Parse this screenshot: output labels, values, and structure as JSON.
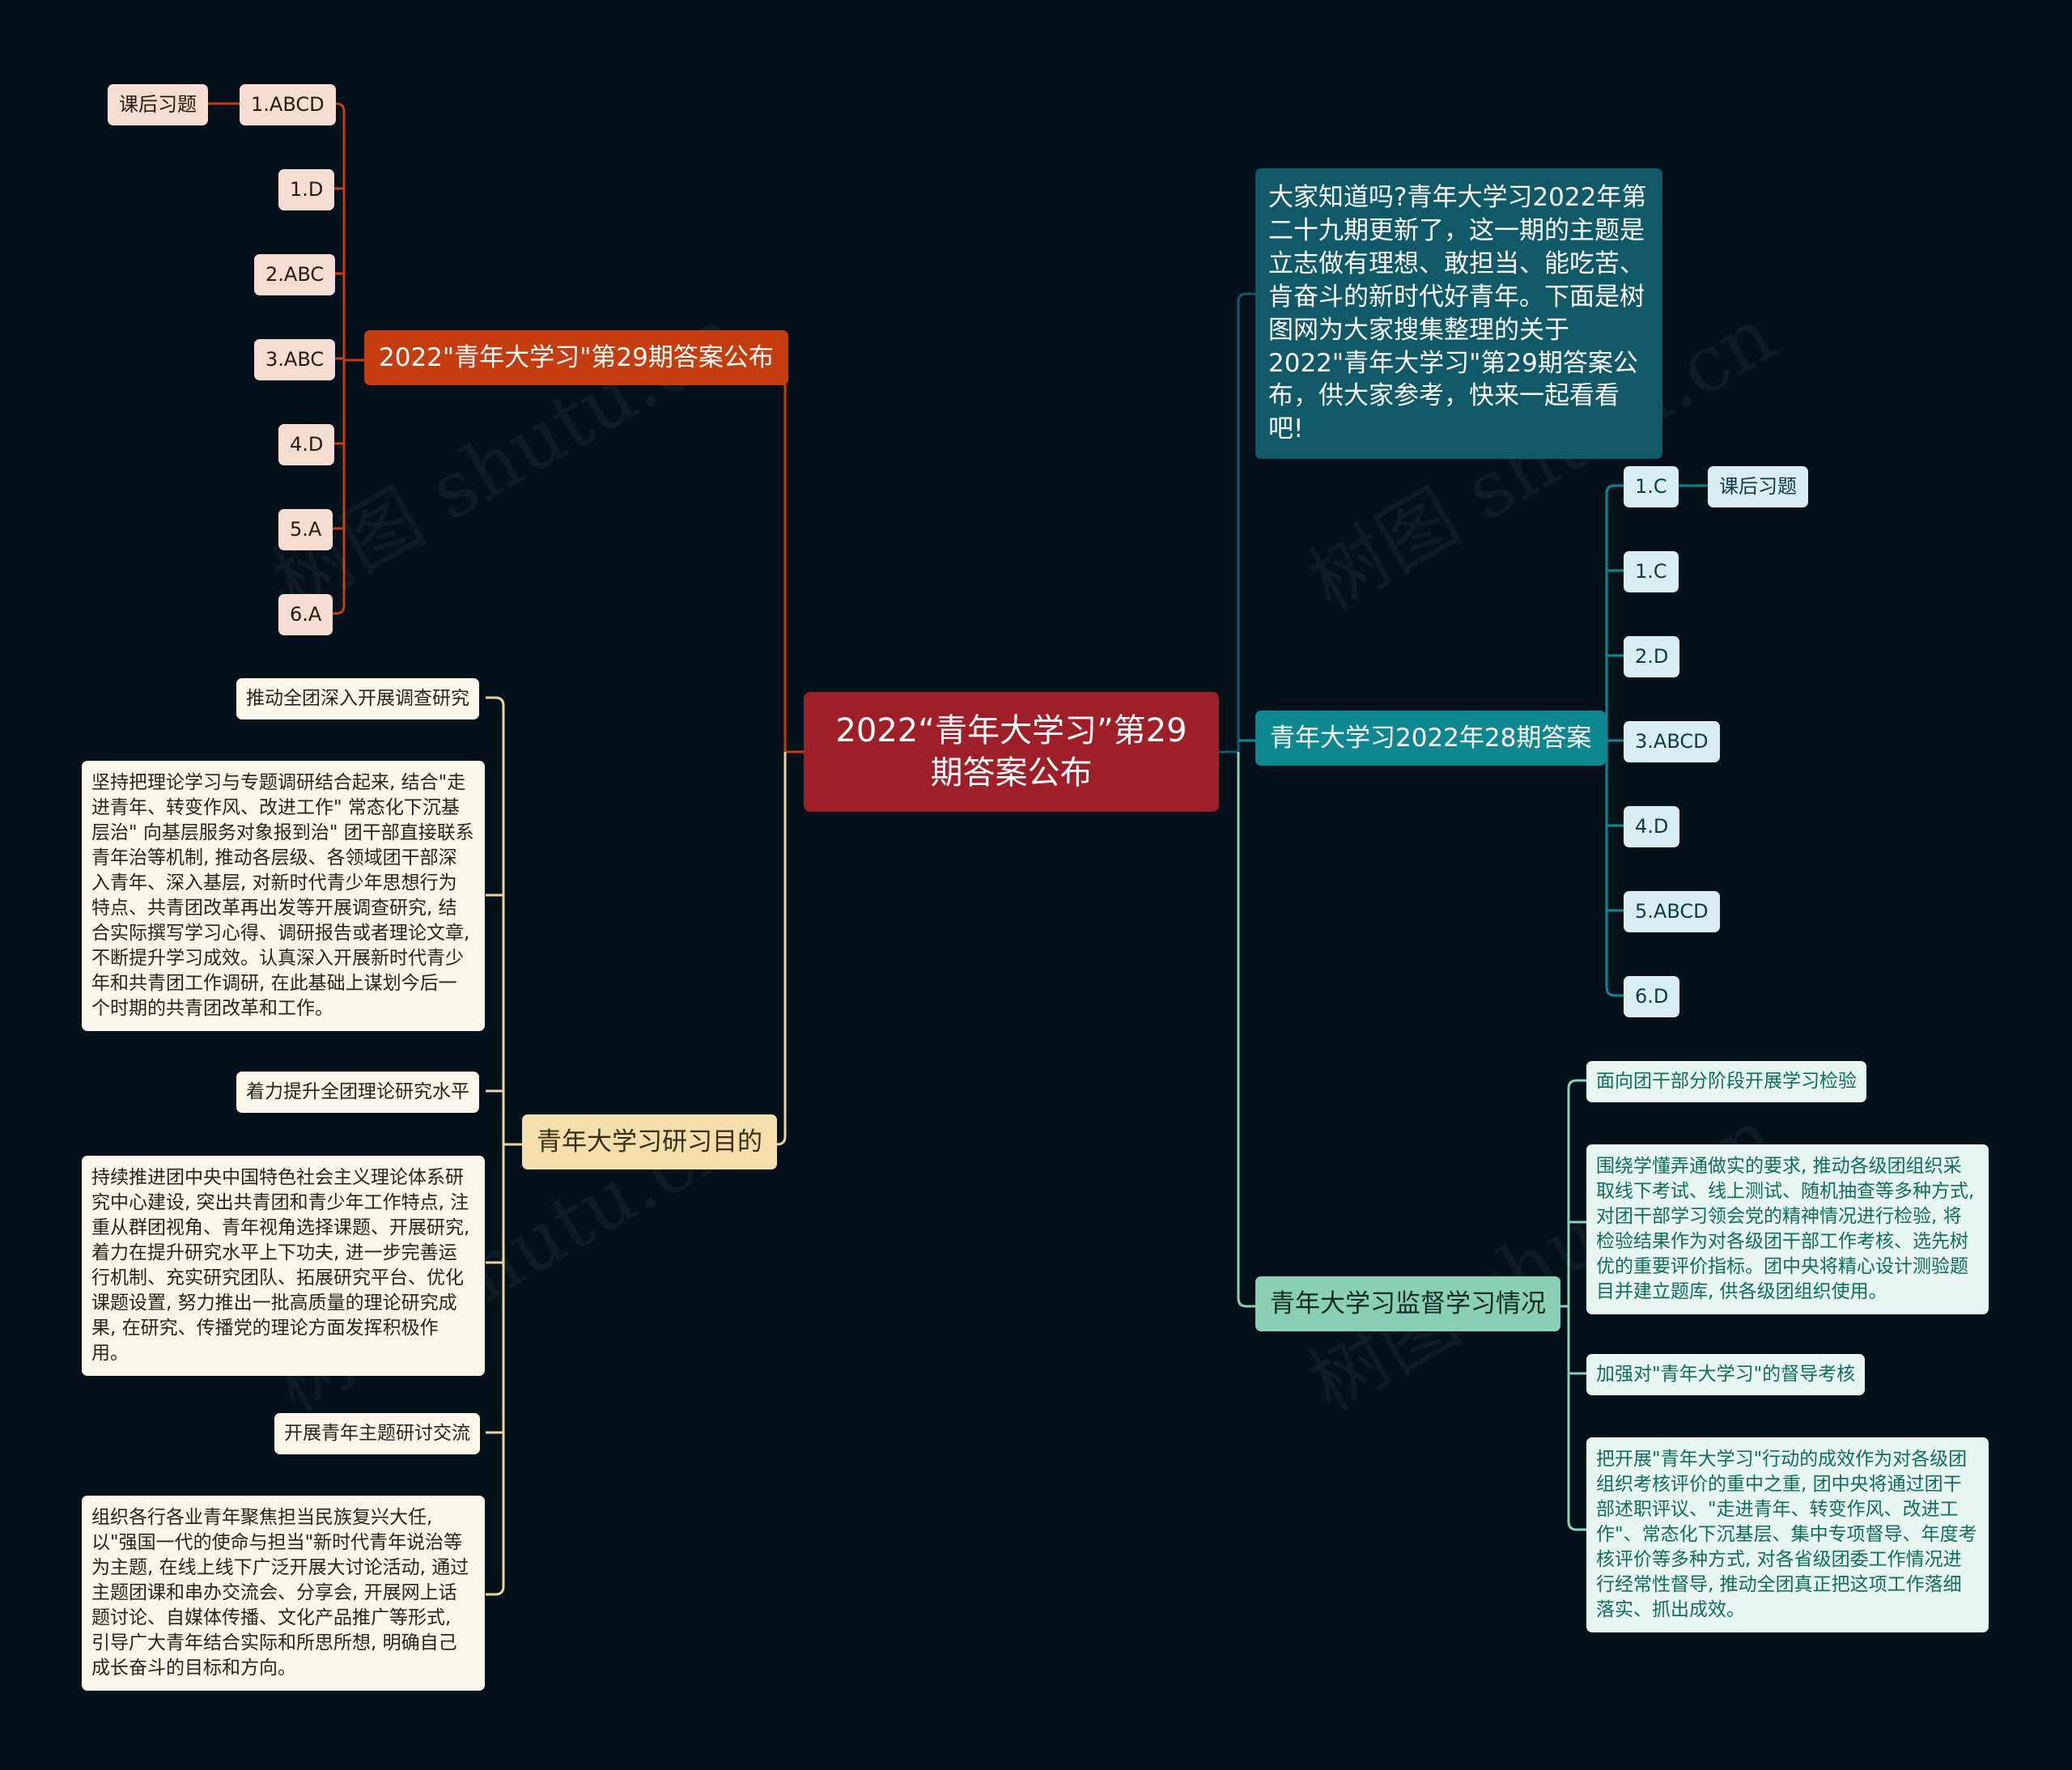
{
  "center": {
    "title": "2022“青年大学习”第29期答案公布"
  },
  "left": {
    "answers29": {
      "title": "2022\"青年大学习\"第29期答案公布",
      "items": [
        "1.ABCD",
        "1.D",
        "2.ABC",
        "3.ABC",
        "4.D",
        "5.A",
        "6.A"
      ],
      "note": "课后习题"
    },
    "purpose": {
      "title": "青年大学习研习目的",
      "items": [
        "推动全团深入开展调查研究",
        "坚持把理论学习与专题调研结合起来, 结合\"走进青年、转变作风、改进工作\" 常态化下沉基层治\" 向基层服务对象报到治\" 团干部直接联系青年治等机制, 推动各层级、各领域团干部深入青年、深入基层, 对新时代青少年思想行为特点、共青团改革再出发等开展调查研究, 结合实际撰写学习心得、调研报告或者理论文章, 不断提升学习成效。认真深入开展新时代青少年和共青团工作调研, 在此基础上谋划今后一个时期的共青团改革和工作。",
        "着力提升全团理论研究水平",
        "持续推进团中央中国特色社会主义理论体系研究中心建设, 突出共青团和青少年工作特点, 注重从群团视角、青年视角选择课题、开展研究, 着力在提升研究水平上下功夫, 进一步完善运行机制、充实研究团队、拓展研究平台、优化课题设置, 努力推出一批高质量的理论研究成果, 在研究、传播党的理论方面发挥积极作用。",
        "开展青年主题研讨交流",
        "组织各行各业青年聚焦担当民族复兴大任, 以\"强国一代的使命与担当\"新时代青年说治等为主题, 在线上线下广泛开展大讨论活动, 通过主题团课和串办交流会、分享会, 开展网上话题讨论、自媒体传播、文化产品推广等形式, 引导广大青年结合实际和所思所想, 明确自己成长奋斗的目标和方向。"
      ]
    }
  },
  "right": {
    "intro": {
      "text": "大家知道吗?青年大学习2022年第二十九期更新了，这一期的主题是立志做有理想、敢担当、能吃苦、肯奋斗的新时代好青年。下面是树图网为大家搜集整理的关于2022\"青年大学习\"第29期答案公布，供大家参考，快来一起看看吧!"
    },
    "answers28": {
      "title": "青年大学习2022年28期答案",
      "items": [
        "1.C",
        "1.C",
        "2.D",
        "3.ABCD",
        "4.D",
        "5.ABCD",
        "6.D"
      ],
      "note": "课后习题"
    },
    "supervision": {
      "title": "青年大学习监督学习情况",
      "items": [
        "面向团干部分阶段开展学习检验",
        "围绕学懂弄通做实的要求, 推动各级团组织采取线下考试、线上测试、随机抽查等多种方式, 对团干部学习领会党的精神情况进行检验, 将检验结果作为对各级团干部工作考核、选先树优的重要评价指标。团中央将精心设计测验题目并建立题库, 供各级团组织使用。",
        "加强对\"青年大学习\"的督导考核",
        "把开展\"青年大学习\"行动的成效作为对各级团组织考核评价的重中之重, 团中央将通过团干部述职评议、\"走进青年、转变作风、改进工作\"、常态化下沉基层、集中专项督导、年度考核评价等多种方式, 对各省级团委工作情况进行经常性督导, 推动全团真正把这项工作落细落实、抓出成效。"
      ]
    }
  },
  "watermark": "树图 shutu.cn",
  "colors": {
    "background": "#04111a",
    "center": "#9e1f28",
    "orange": "#c33d0f",
    "yellow": "#f3dfab",
    "teal_dark": "#0f5968",
    "teal": "#0e8791",
    "mint": "#8ad0b5"
  }
}
